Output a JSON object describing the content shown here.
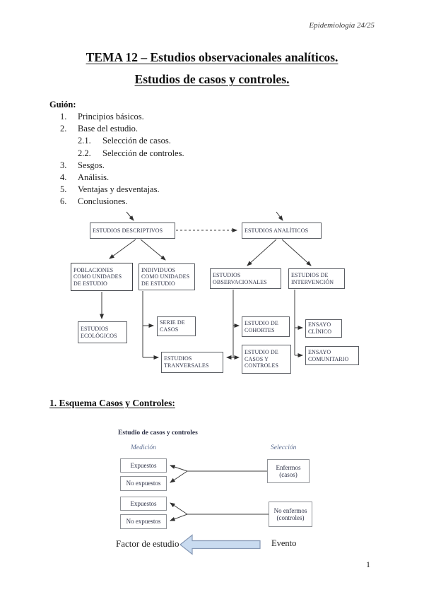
{
  "header": {
    "course": "Epidemiología 24/25"
  },
  "title": {
    "line1": "TEMA 12 – Estudios observacionales analíticos.",
    "line2": "Estudios de casos y controles."
  },
  "outline": {
    "heading": "Guión:",
    "items": [
      {
        "num": "1.",
        "label": "Principios básicos."
      },
      {
        "num": "2.",
        "label": "Base del estudio."
      },
      {
        "num": "2.1.",
        "label": "Selección de casos."
      },
      {
        "num": "2.2.",
        "label": "Selección de controles."
      },
      {
        "num": "3.",
        "label": "Sesgos."
      },
      {
        "num": "4.",
        "label": "Análisis."
      },
      {
        "num": "5.",
        "label": "Ventajas y desventajas."
      },
      {
        "num": "6.",
        "label": "Conclusiones."
      }
    ]
  },
  "flowchart": {
    "descriptivos": "ESTUDIOS DESCRIPTIVOS",
    "analiticos": "ESTUDIOS ANALÍTICOS",
    "poblaciones": "POBLACIONES COMO UNIDADES DE ESTUDIO",
    "individuos": "INDIVIDUOS COMO UNIDADES DE ESTUDIO",
    "observacionales": "ESTUDIOS OBSERVACIONALES",
    "intervencion": "ESTUDIOS DE INTERVENCIÓN",
    "ecologicos": "ESTUDIOS ECOLÓGICOS",
    "serie_casos": "SERIE DE CASOS",
    "cohortes": "ESTUDIO DE COHORTES",
    "ensayo_clinico": "ENSAYO CLÍNICO",
    "transversales": "ESTUDIOS TRANVERSALES",
    "casos_controles": "ESTUDIO DE CASOS Y CONTROLES",
    "ensayo_comunitario": "ENSAYO COMUNITARIO"
  },
  "section1": {
    "heading": "1. Esquema Casos y Controles:",
    "diagram_title": "Estudio de casos y controles",
    "measurement_label": "Medición",
    "selection_label": "Selección",
    "exposed_a": "Expuestos",
    "not_exposed_a": "No expuestos",
    "exposed_b": "Expuestos",
    "not_exposed_b": "No expuestos",
    "cases_line1": "Enfermos",
    "cases_line2": "(casos)",
    "controls_line1": "No enfermos",
    "controls_line2": "(controles)",
    "factor_label": "Factor de estudio",
    "event_label": "Evento"
  },
  "footer": {
    "page_number": "1"
  },
  "colors": {
    "diagram_text": "#2e3247",
    "box_border": "#5a5d63",
    "connector": "#2f2f2f",
    "arrow_fill": "#c9dbf0",
    "arrow_stroke": "#8598b5",
    "label_blue": "#5c6d91"
  }
}
